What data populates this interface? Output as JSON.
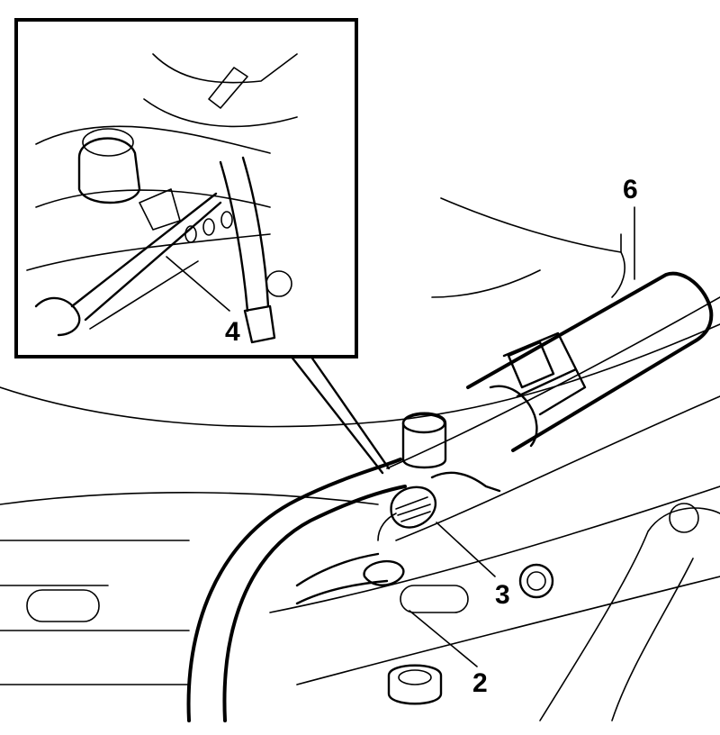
{
  "callouts": {
    "c2": "2",
    "c3": "3",
    "c4": "4",
    "c6": "6"
  },
  "colors": {
    "line": "#000000",
    "background": "#ffffff"
  }
}
